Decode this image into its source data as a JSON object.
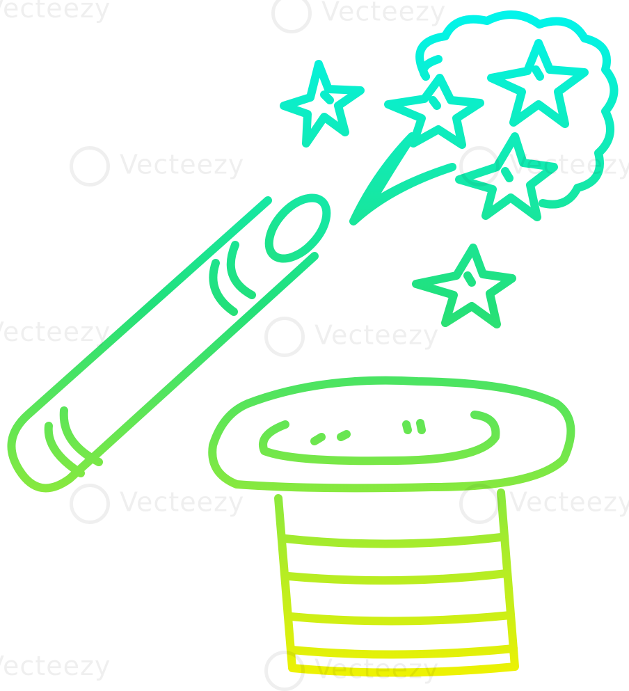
{
  "watermark": {
    "text": "Vecteezy"
  },
  "colors": {
    "stroke_top": "#00f5f0",
    "stroke_mid": "#22e07a",
    "stroke_bottom": "#f2f200",
    "background": "#ffffff"
  },
  "objects": [
    "magic-wand",
    "magic-cloud",
    "magic-stars",
    "top-hat"
  ]
}
